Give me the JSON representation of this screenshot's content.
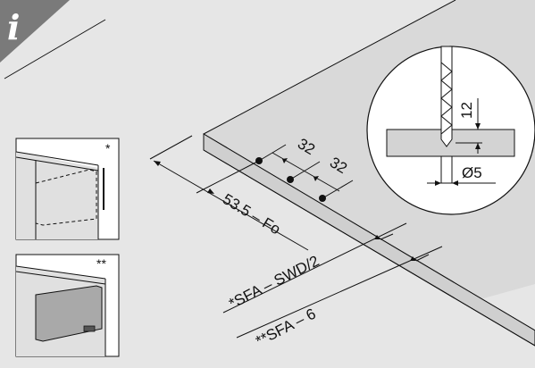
{
  "badge": {
    "symbol": "i",
    "color": "#7a7a7a"
  },
  "colors": {
    "background": "#e6e6e6",
    "board_top": "#d9d9d9",
    "board_edge": "#cfcfcf",
    "line": "#111111",
    "panel": "#a9a9a9"
  },
  "dimensions": {
    "spacing_1": "32",
    "spacing_2": "32",
    "offset_front": "53.5 – Fo",
    "formula_single": "*SFA – SWD/2",
    "formula_double": "**SFA – 6"
  },
  "drill_detail": {
    "depth": "12",
    "diameter": "Ø5"
  },
  "insets": [
    {
      "marker": "*",
      "icon": "drawer-dashed-front-icon"
    },
    {
      "marker": "**",
      "icon": "drawer-panel-front-icon"
    }
  ]
}
